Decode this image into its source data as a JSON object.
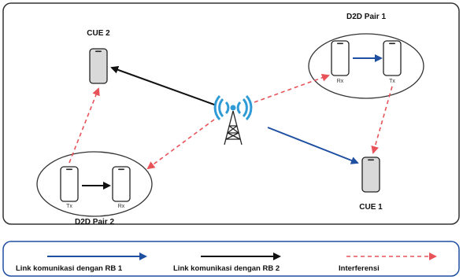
{
  "labels": {
    "cue2": "CUE 2",
    "cue1": "CUE 1",
    "d2d_pair1": "D2D Pair 1",
    "d2d_pair2": "D2D Pair 2",
    "pair1_rx": "Rx",
    "pair1_tx": "Tx",
    "pair2_tx": "Tx",
    "pair2_rx": "Rx"
  },
  "legend": {
    "rb1": "Link komunikasi dengan RB 1",
    "rb2": "Link komunikasi dengan RB 2",
    "interference": "Interferensi"
  },
  "colors": {
    "rb1": "#1f4fa0",
    "rb2": "#111111",
    "interference": "#e8535a",
    "tower": "#2f9bd6",
    "phone": "#d9d9d9",
    "border": "#333333"
  },
  "icons": {
    "base_station": "cell-tower-icon",
    "device": "smartphone-icon"
  }
}
